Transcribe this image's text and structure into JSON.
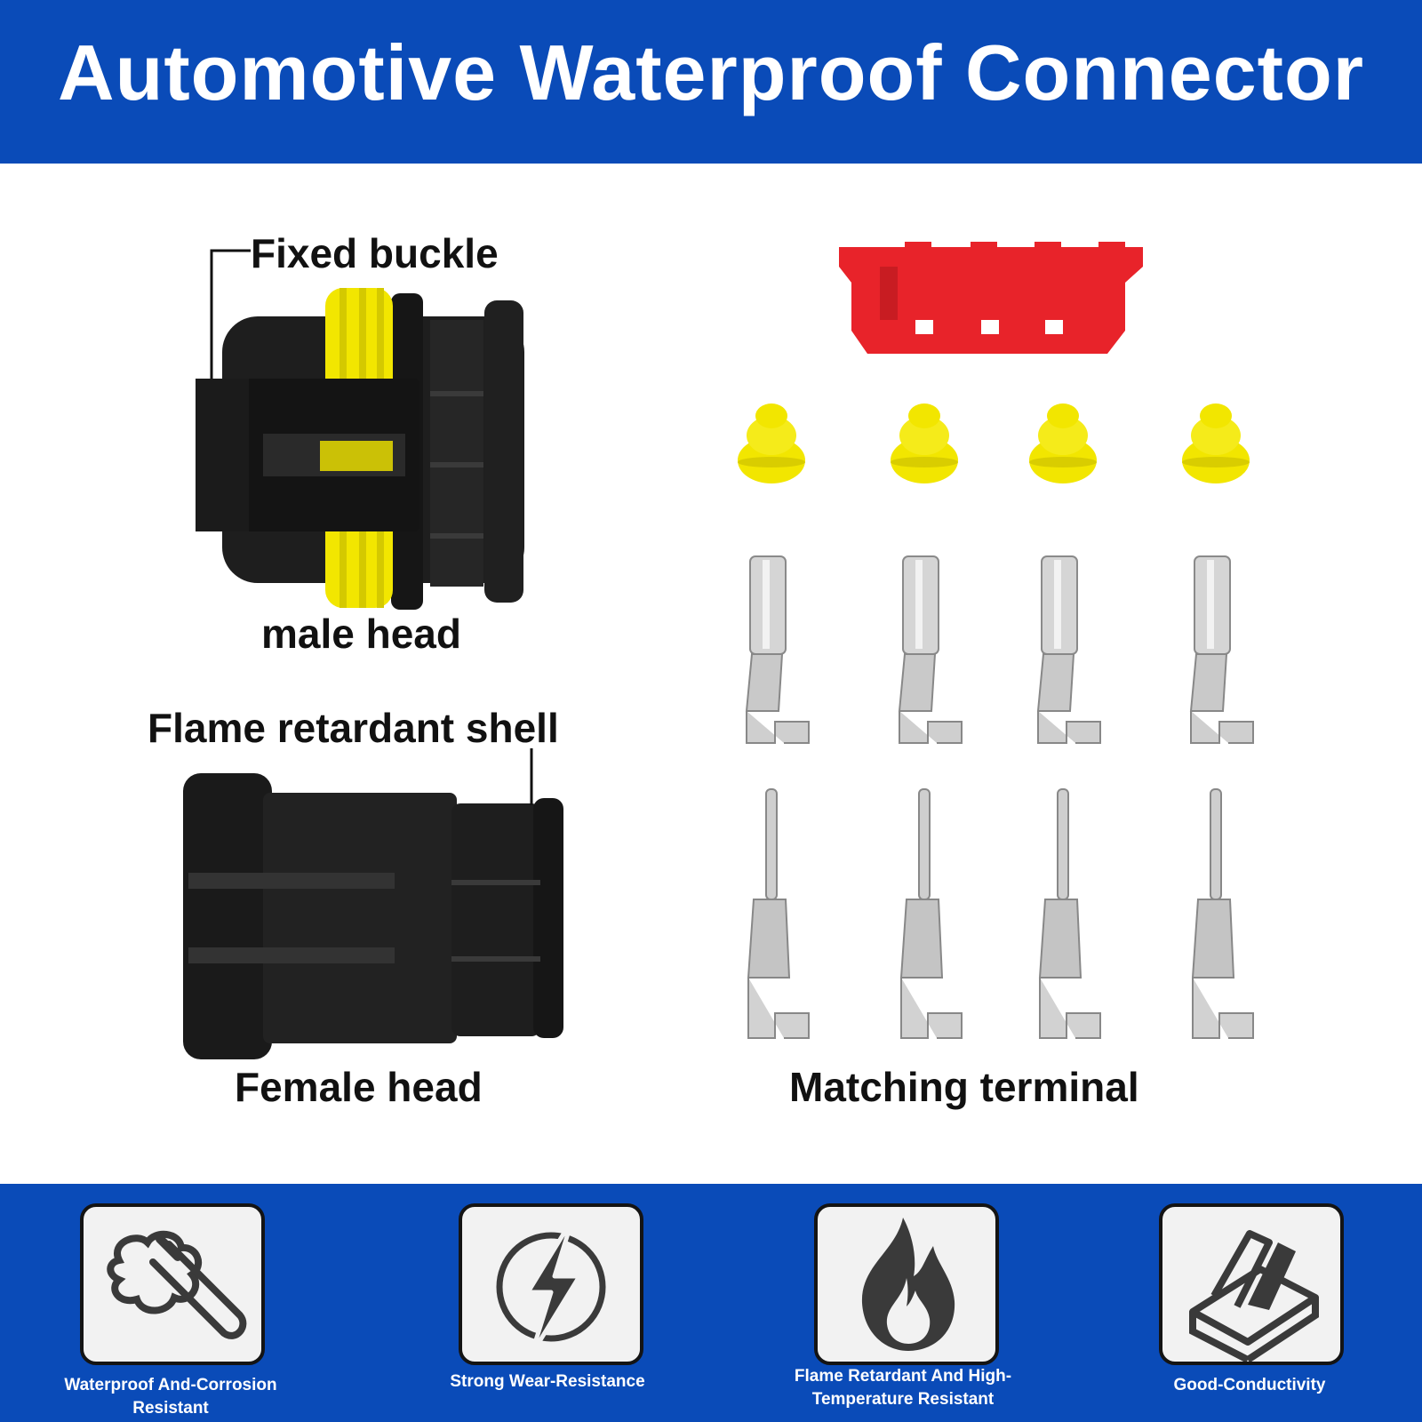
{
  "title": "Automotive Waterproof Connector",
  "labels": {
    "fixed_buckle": "Fixed buckle",
    "male_head": "male head",
    "flame_shell": "Flame retardant shell",
    "female_head": "Female head",
    "matching_terminal": "Matching terminal"
  },
  "features": [
    {
      "label": "Waterproof And-Corrosion Resistant",
      "icon": "test-tube-icon"
    },
    {
      "label": "Strong Wear-Resistance",
      "icon": "lightning-icon"
    },
    {
      "label": "Flame Retardant And High-Temperature Resistant",
      "icon": "flame-icon"
    },
    {
      "label": "Good-Conductivity",
      "icon": "conductor-icon"
    }
  ],
  "colors": {
    "brand_blue": "#0a4bb8",
    "connector_black": "#1c1c1c",
    "seal_yellow": "#f2e600",
    "lock_red": "#e8232a",
    "terminal_silver": "#c9c9c9"
  }
}
